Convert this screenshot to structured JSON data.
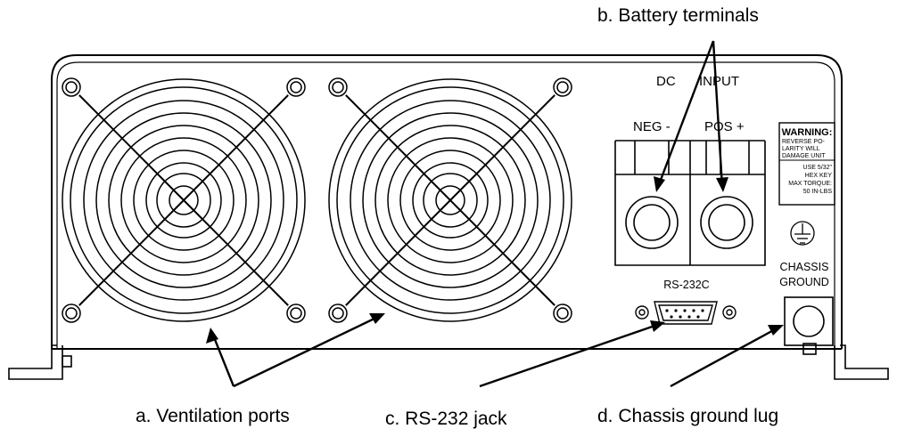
{
  "callouts": {
    "ventilation": "a. Ventilation ports",
    "battery": "b. Battery terminals",
    "rs232": "c.  RS-232 jack",
    "ground_lug": "d. Chassis ground lug"
  },
  "panel": {
    "dc": "DC",
    "input": "INPUT",
    "neg": "NEG -",
    "pos": "POS +",
    "rs232c": "RS-232C",
    "chassis": "CHASSIS",
    "ground": "GROUND"
  },
  "warning": {
    "title": "WARNING:",
    "lines": [
      "REVERSE PO-",
      "LARITY WILL",
      "DAMAGE UNIT"
    ],
    "torque": [
      "USE 5/32\"",
      "HEX KEY",
      "MAX TORQUE:",
      "50 IN-LBS"
    ]
  }
}
